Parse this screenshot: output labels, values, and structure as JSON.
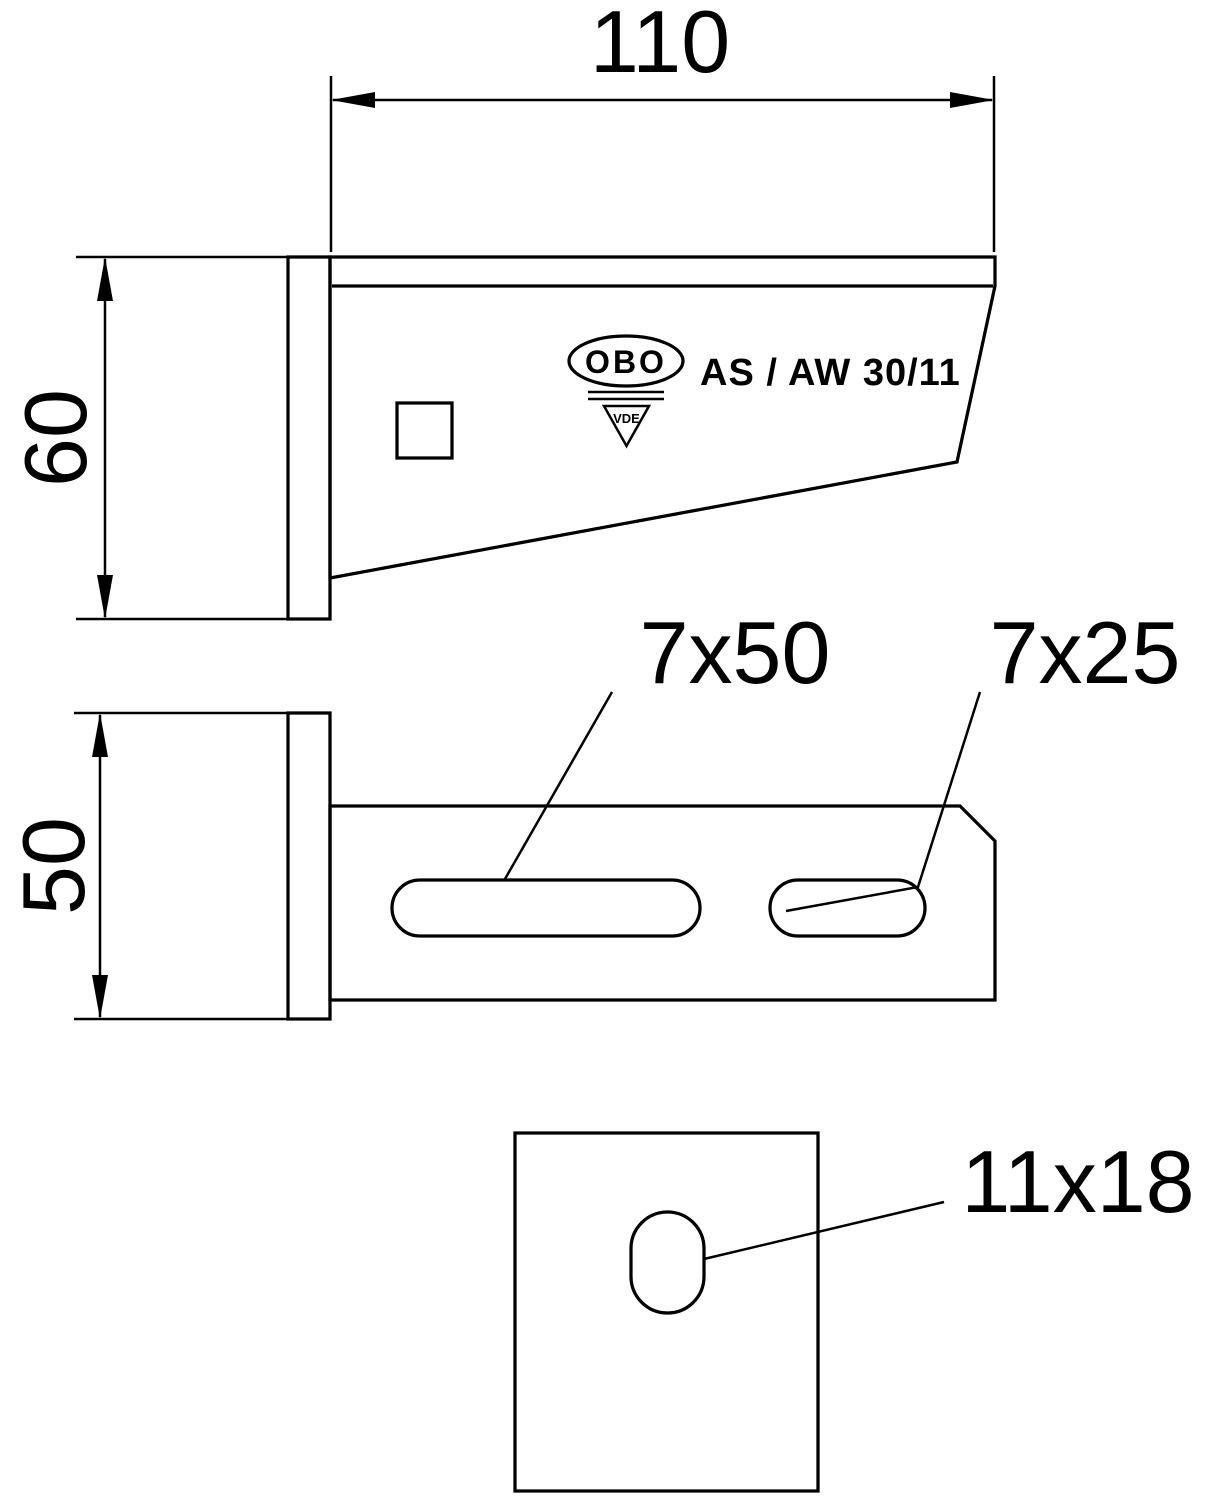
{
  "drawing": {
    "marking": {
      "brand": "OBO",
      "model": "AS / AW 30/11",
      "cert": "VDE"
    },
    "dimensions": {
      "length": "110",
      "height_side": "60",
      "height_plan": "50",
      "slot_long": "7x50",
      "slot_short": "7x25",
      "slot_anchor": "11x18"
    },
    "colors": {
      "line": "#000000",
      "background": "#ffffff"
    }
  }
}
